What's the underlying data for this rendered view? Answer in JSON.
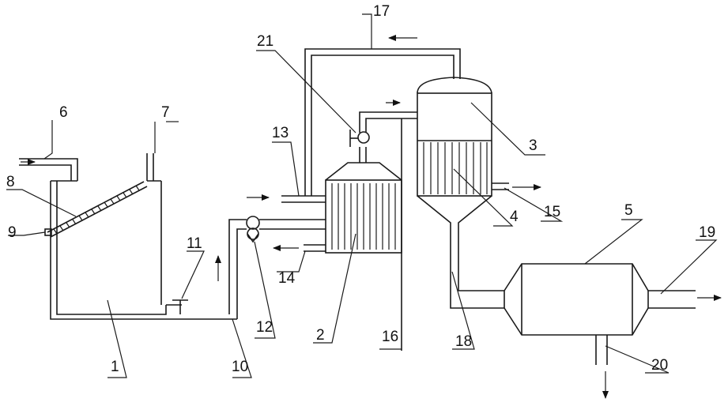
{
  "diagram": {
    "labels": {
      "n1": "1",
      "n2": "2",
      "n3": "3",
      "n4": "4",
      "n5": "5",
      "n6": "6",
      "n7": "7",
      "n8": "8",
      "n9": "9",
      "n10": "10",
      "n11": "11",
      "n12": "12",
      "n13": "13",
      "n14": "14",
      "n15": "15",
      "n16": "16",
      "n17": "17",
      "n18": "18",
      "n19": "19",
      "n20": "20",
      "n21": "21"
    },
    "colors": {
      "line": "#1a1a1a",
      "background": "#ffffff"
    }
  }
}
